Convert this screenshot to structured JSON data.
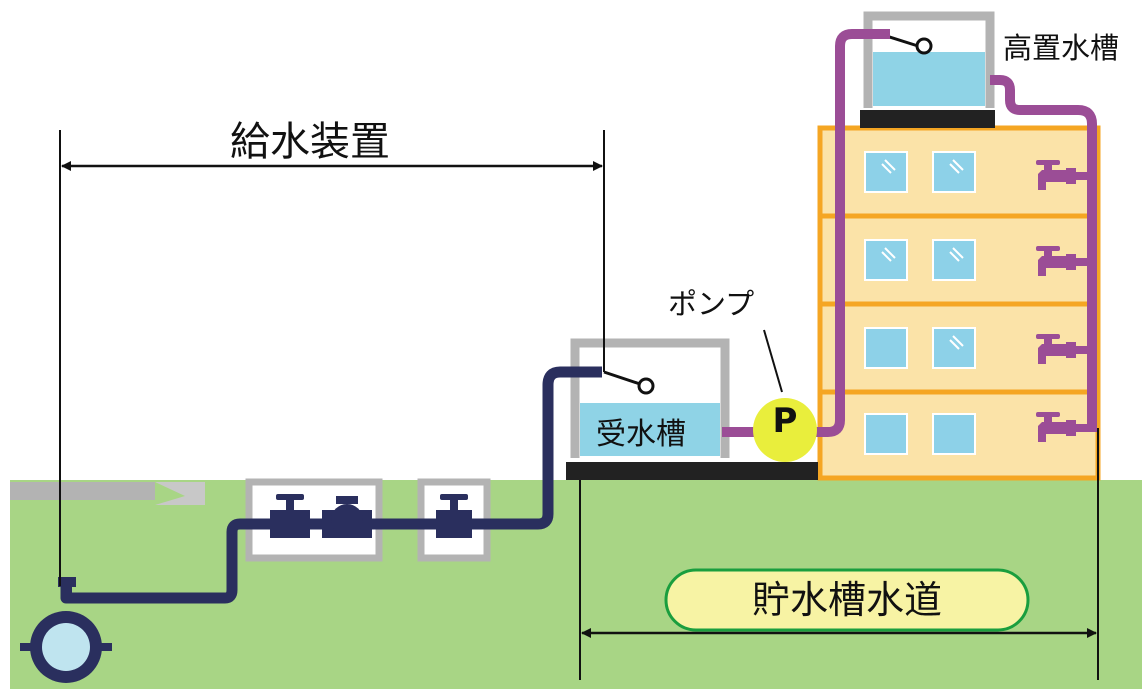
{
  "labels": {
    "water_supply_equipment": "給水装置",
    "pump": "ポンプ",
    "pump_symbol": "P",
    "elevated_tank": "高置水槽",
    "receiving_tank": "受水槽",
    "storage_tank_waterworks": "貯水槽水道"
  },
  "colors": {
    "ground": "#a8d585",
    "building": "#fbe3a8",
    "building_border": "#f5a623",
    "window": "#8dd1e8",
    "supply_pipe": "#2a2f5e",
    "distribution_pipe": "#9b4d96",
    "tank_frame": "#b3b3b3",
    "tank_water": "#8fd3e6",
    "pump": "#e9ee3c",
    "label_bubble": "#f7f3a4",
    "label_border": "#1a9e3e",
    "base": "#222222"
  },
  "icons": [
    "water-main-icon",
    "meter-icon",
    "valve-icon",
    "faucet-icon",
    "float-valve-icon",
    "pump-icon"
  ]
}
